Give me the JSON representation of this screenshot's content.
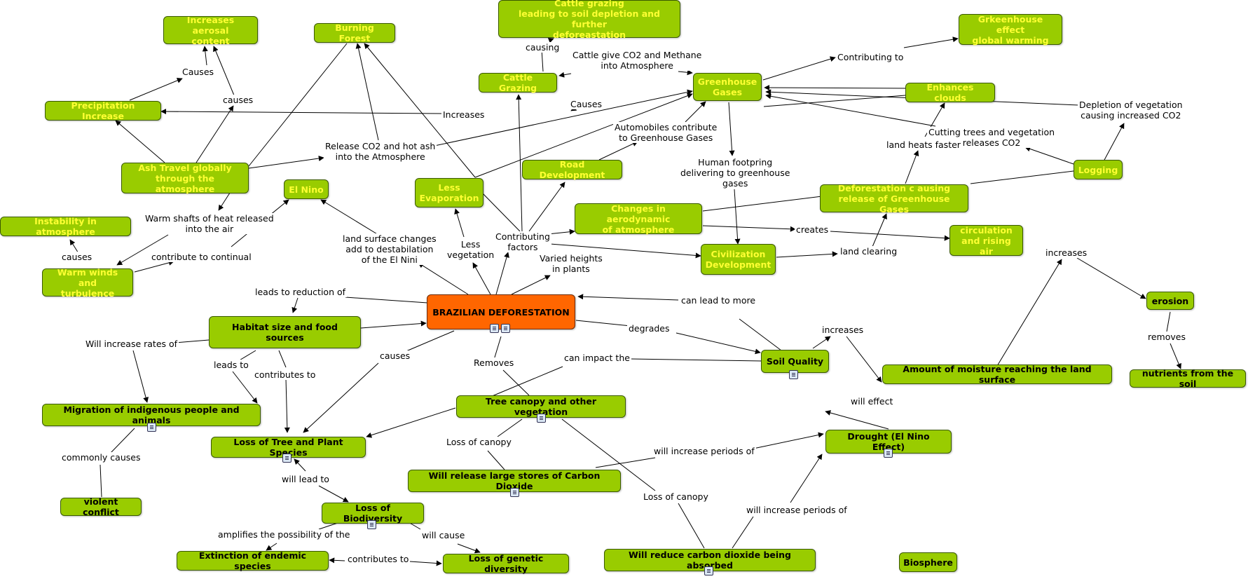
{
  "map": {
    "root": "BRAZILIAN DEFORESTATION",
    "nodes": {
      "aerosol": "Increases aerosal\ncontent",
      "burning_forest": "Burning Forest",
      "cattle_depletion": "Cattle grazing\nleading to soil depletion and further\ndeforeastation",
      "greenhouse_effect": "Grkeenhouse effect\nglobal warming",
      "precipitation": "Precipitation Increase",
      "cattle_grazing": "Cattle Grazing",
      "greenhouse_gases": "Greenhouse\nGases",
      "enhances_clouds": "Enhances clouds",
      "ash_travel": "Ash Travel globally\nthrough the atmosphere",
      "el_nino": "El Nino",
      "less_evaporation": "Less\nEvaporation",
      "road_development": "Road Development",
      "logging": "Logging",
      "instability": "Instability in atmosphere",
      "changes_aero": "Changes in aerodynamic\nof atmosphere",
      "deforestation_release": "Deforestation c ausing\nrelease of Greenhouse Gases",
      "circulation": "circulation\nand rising air",
      "warm_winds": "Warm winds and\nturbulence",
      "civilization": "Civilization\nDevelopment",
      "erosion": "erosion",
      "habitat": "Habitat size and food sources",
      "soil_quality": "Soil Quality",
      "moisture": "Amount of moisture reaching the land surface",
      "nutrients": "nutrients from the soil",
      "migration": "Migration of indigenous people and animals",
      "tree_canopy": "Tree canopy and other vegetation",
      "drought": "Drought (El Nino Effect)",
      "loss_tree": "Loss of Tree and Plant Species",
      "carbon_release": "Will release large stores of Carbon Dioxide",
      "violent_conflict": "violent conflict",
      "loss_biodiversity": "Loss of Biodiversity",
      "extinction": "Extinction of endemic species",
      "genetic": "Loss of genetic diversity",
      "reduce_co2": "Will reduce carbon dioxide being absorbed",
      "biosphere": "Biosphere"
    },
    "labels": {
      "causing": "causing",
      "cattle_co2": "Cattle give CO2 and Methane\ninto Atmosphere",
      "contributing_to": "Contributing to",
      "causes_cap": "Causes",
      "causes_lc": "causes",
      "increases_cap": "Increases",
      "causes_cap2": "Causes",
      "depletion": "Depletion of vegetation\ncausing increased CO2",
      "automobiles": "Automobiles contribute\nto Greenhouse Gases",
      "cutting": "Cutting trees and vegetation\nreleases CO2",
      "land_heats": "land heats faster",
      "release_ash": "Release CO2 and hot ash\ninto the Atmosphere",
      "human_fp": "Human footpring\ndelivering to greenhouse\ngases",
      "warm_shafts": "Warm shafts of heat released\ninto the air",
      "causes_warm": "causes",
      "contribute_continual": "contribute to continual",
      "land_surface": "land surface changes\nadd to destabilation\nof the El Nini",
      "less_veg": "Less\nvegetation",
      "contrib_factors": "Contributing\nfactors",
      "creates": "creates",
      "varied_heights": "Varied heights\nin plants",
      "land_clearing": "land clearing",
      "increases_lc": "increases",
      "leads_reduction": "leads to reduction of",
      "can_lead_more": "can lead to more",
      "will_increase_rates": "Will increase rates of",
      "degrades": "degrades",
      "increases_soil": "increases",
      "removes_erosion": "removes",
      "causes_root": "causes",
      "can_impact": "can impact the",
      "leads_to": "leads to",
      "contributes_to": "contributes to",
      "removes_root": "Removes",
      "will_effect": "will effect",
      "commonly_causes": "commonly causes",
      "loss_canopy1": "Loss of canopy",
      "will_increase_periods1": "will increase periods of",
      "will_lead_to": "will lead to",
      "loss_canopy2": "Loss of canopy",
      "will_increase_periods2": "will increase periods of",
      "amplifies": "amplifies the possibility of the",
      "will_cause": "will cause",
      "contributes_to2": "contributes to"
    }
  }
}
